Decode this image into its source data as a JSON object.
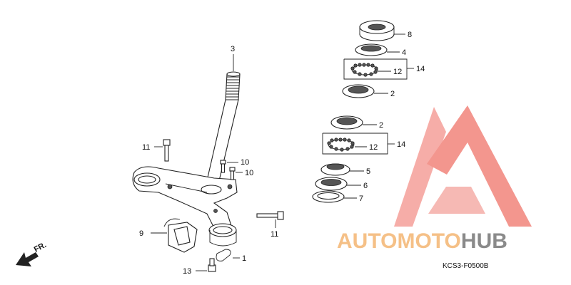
{
  "diagram": {
    "code": "KCS3-F0500B",
    "direction_label": "FR.",
    "callouts": [
      {
        "id": "c3",
        "label": "3"
      },
      {
        "id": "c11a",
        "label": "11"
      },
      {
        "id": "c10a",
        "label": "10"
      },
      {
        "id": "c10b",
        "label": "10"
      },
      {
        "id": "c9",
        "label": "9"
      },
      {
        "id": "c11b",
        "label": "11"
      },
      {
        "id": "c1",
        "label": "1"
      },
      {
        "id": "c13",
        "label": "13"
      },
      {
        "id": "c8",
        "label": "8"
      },
      {
        "id": "c4",
        "label": "4"
      },
      {
        "id": "c12a",
        "label": "12"
      },
      {
        "id": "c14a",
        "label": "14"
      },
      {
        "id": "c2a",
        "label": "2"
      },
      {
        "id": "c2b",
        "label": "2"
      },
      {
        "id": "c12b",
        "label": "12"
      },
      {
        "id": "c14b",
        "label": "14"
      },
      {
        "id": "c5",
        "label": "5"
      },
      {
        "id": "c6",
        "label": "6"
      },
      {
        "id": "c7",
        "label": "7"
      }
    ]
  },
  "watermark": {
    "part1": "AUTOMOTO",
    "part2": "HUB",
    "color_primary": "#f28b82",
    "color_secondary": "#f5c087",
    "color_dark": "#8a8a8a"
  }
}
